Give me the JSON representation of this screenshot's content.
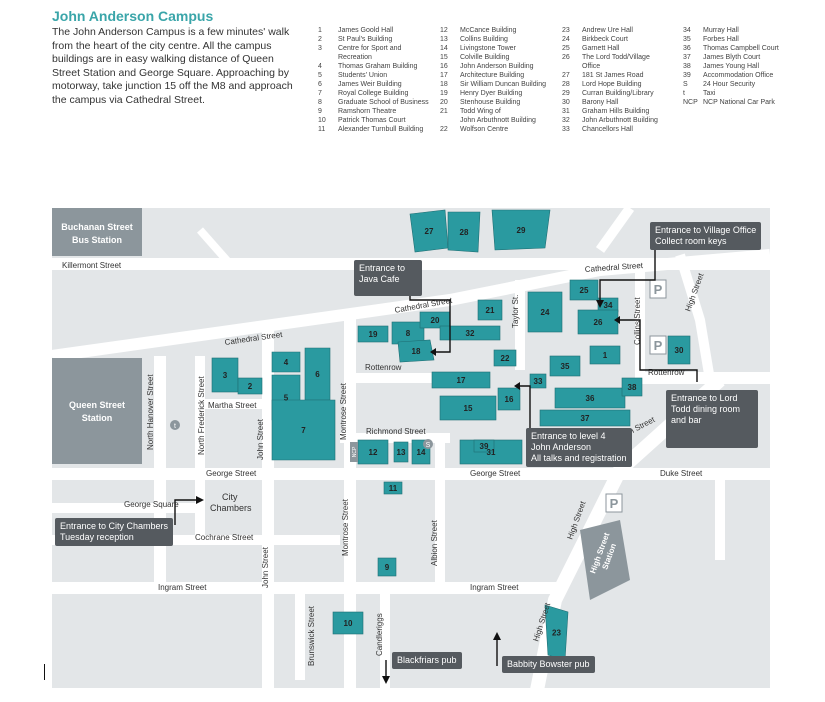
{
  "header": {
    "title": "John Anderson Campus",
    "body": "The John Anderson Campus is a few minutes' walk from the heart of the city centre. All the campus buildings are in easy walking distance of Queen Street Station and George Square. Approaching by motorway, take junction 15 off the M8 and approach the campus via Cathedral Street."
  },
  "building_key": [
    [
      {
        "n": "1",
        "t": "James Goold Hall"
      },
      {
        "n": "2",
        "t": "St Paul's Building"
      },
      {
        "n": "3",
        "t": "Centre for Sport and"
      },
      {
        "n": "",
        "t": "Recreation"
      },
      {
        "n": "4",
        "t": "Thomas Graham Building"
      },
      {
        "n": "5",
        "t": "Students' Union"
      },
      {
        "n": "6",
        "t": "James Weir Building"
      },
      {
        "n": "7",
        "t": "Royal College Building"
      },
      {
        "n": "8",
        "t": "Graduate School of Business"
      },
      {
        "n": "9",
        "t": "Ramshorn Theatre"
      },
      {
        "n": "10",
        "t": "Patrick Thomas Court"
      },
      {
        "n": "11",
        "t": "Alexander Turnbull Building"
      }
    ],
    [
      {
        "n": "12",
        "t": "McCance Building"
      },
      {
        "n": "13",
        "t": "Collins Building"
      },
      {
        "n": "14",
        "t": "Livingstone Tower"
      },
      {
        "n": "15",
        "t": "Colville Building"
      },
      {
        "n": "16",
        "t": "John Anderson Building"
      },
      {
        "n": "17",
        "t": "Architecture Building"
      },
      {
        "n": "18",
        "t": "Sir William Duncan Building"
      },
      {
        "n": "19",
        "t": "Henry Dyer Building"
      },
      {
        "n": "20",
        "t": "Stenhouse Building"
      },
      {
        "n": "21",
        "t": "Todd Wing of"
      },
      {
        "n": "",
        "t": "John Arbuthnott Building"
      },
      {
        "n": "22",
        "t": "Wolfson Centre"
      }
    ],
    [
      {
        "n": "23",
        "t": "Andrew Ure Hall"
      },
      {
        "n": "24",
        "t": "Birkbeck Court"
      },
      {
        "n": "25",
        "t": "Garnett Hall"
      },
      {
        "n": "26",
        "t": "The Lord Todd/Village"
      },
      {
        "n": "",
        "t": "Office"
      },
      {
        "n": "27",
        "t": "181 St James Road"
      },
      {
        "n": "28",
        "t": "Lord Hope Building"
      },
      {
        "n": "29",
        "t": "Curran Building/Library"
      },
      {
        "n": "30",
        "t": "Barony Hall"
      },
      {
        "n": "31",
        "t": "Graham Hills Building"
      },
      {
        "n": "32",
        "t": "John Arbuthnott Building"
      },
      {
        "n": "33",
        "t": "Chancellors Hall"
      }
    ],
    [
      {
        "n": "34",
        "t": "Murray Hall"
      },
      {
        "n": "35",
        "t": "Forbes Hall"
      },
      {
        "n": "36",
        "t": "Thomas Campbell Court"
      },
      {
        "n": "37",
        "t": "James Blyth Court"
      },
      {
        "n": "38",
        "t": "James Young Hall"
      },
      {
        "n": "39",
        "t": "Accommodation Office"
      },
      {
        "n": "S",
        "t": "24 Hour Security"
      },
      {
        "n": "t",
        "t": "Taxi"
      },
      {
        "n": "NCP",
        "t": "NCP National Car Park"
      }
    ]
  ],
  "stations": {
    "buchanan": [
      "Buchanan Street",
      "Bus Station"
    ],
    "queen": [
      "Queen Street",
      "Station"
    ],
    "high": [
      "High Street",
      "Station"
    ]
  },
  "streets": {
    "killermont": "Killermont Street",
    "cathedral_w": "Cathedral Street",
    "cathedral_mid": "Cathedral Street",
    "cathedral_e": "Cathedral Street",
    "rottenrow_w": "Rottenrow",
    "rottenrow_e": "Rottenrow",
    "martha": "Martha Street",
    "richmond": "Richmond Street",
    "george_w": "George Street",
    "george_mid": "George Street",
    "duke": "Duke Street",
    "george_square": "George Square",
    "cochrane": "Cochrane Street",
    "ingram_w": "Ingram Street",
    "ingram_e": "Ingram Street",
    "north_hanover": "North Hanover Street",
    "north_frederick": "North Frederick Street",
    "john_n": "John Street",
    "john_s": "John Street",
    "montrose_n": "Montrose Street",
    "montrose_s": "Montrose Street",
    "albion": "Albion Street",
    "high_n": "High Street",
    "high_mid": "High Street",
    "high_s": "High Street",
    "high_lower": "High Street",
    "taylor": "Taylor St.",
    "collins": "Collins Street",
    "brunswick": "Brunswick Street",
    "candleriggs": "Candleriggs"
  },
  "places": {
    "city_chambers": [
      "City",
      "Chambers"
    ]
  },
  "symbols": {
    "parking": "P",
    "taxi": "t",
    "security": "S",
    "ncp": "NCP"
  },
  "buildings": [
    "1",
    "2",
    "3",
    "4",
    "5",
    "6",
    "7",
    "8",
    "9",
    "10",
    "11",
    "12",
    "13",
    "14",
    "15",
    "16",
    "17",
    "18",
    "19",
    "20",
    "21",
    "22",
    "23",
    "24",
    "25",
    "26",
    "27",
    "28",
    "29",
    "30",
    "31",
    "32",
    "33",
    "34",
    "35",
    "36",
    "37",
    "38",
    "39"
  ],
  "callouts": {
    "village_office": [
      "Entrance to Village Office",
      "Collect room keys"
    ],
    "java_cafe": [
      "Entrance to",
      "Java Cafe"
    ],
    "lord_todd": [
      "Entrance to Lord",
      "Todd dining room",
      "and bar"
    ],
    "level4": [
      "Entrance to level 4",
      "John Anderson",
      "All talks and registration"
    ],
    "city_chambers": [
      "Entrance to City Chambers",
      "Tuesday reception"
    ],
    "blackfriars": [
      "Blackfriars pub"
    ],
    "babbity": [
      "Babbity Bowster pub"
    ]
  },
  "colors": {
    "heading": "#3aa5a9",
    "building": "#2a9aa0",
    "block": "#e3e6e8",
    "street": "#ffffff",
    "station": "#8c969c",
    "callout": "#555a5f"
  }
}
